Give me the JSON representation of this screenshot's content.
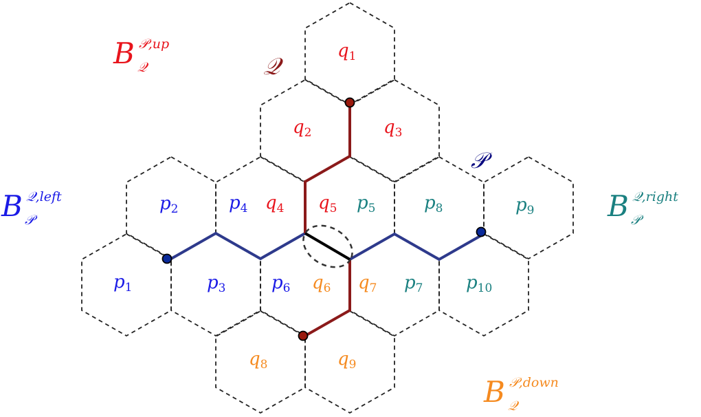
{
  "colors": {
    "q_red": "#e8141c",
    "q_dark_red": "#8b1a1a",
    "p_blue": "#1a1ae6",
    "p_teal": "#1a8080",
    "q_orange": "#f58a1f",
    "path_blue": "#2e3a8c",
    "path_red": "#8b1a1a",
    "contested_edge": "#000000",
    "P_navy": "#0a0a80"
  },
  "set_labels": {
    "Q": "𝒬",
    "P": "𝒫"
  },
  "boundary_labels": {
    "up": {
      "base": "B",
      "sup": "𝒫,up",
      "sub": "𝒬",
      "color": "#e8141c"
    },
    "left": {
      "base": "B",
      "sup": "𝒬,left",
      "sub": "𝒫",
      "color": "#1a1ae6"
    },
    "right": {
      "base": "B",
      "sup": "𝒬,right",
      "sub": "𝒫",
      "color": "#1a8080"
    },
    "down": {
      "base": "B",
      "sup": "𝒫,down",
      "sub": "𝒬",
      "color": "#f58a1f"
    }
  },
  "cells": [
    {
      "id": "q1",
      "base": "q",
      "sub": "1",
      "color": "#e8141c"
    },
    {
      "id": "q2",
      "base": "q",
      "sub": "2",
      "color": "#e8141c"
    },
    {
      "id": "q3",
      "base": "q",
      "sub": "3",
      "color": "#e8141c"
    },
    {
      "id": "q4",
      "base": "q",
      "sub": "4",
      "color": "#e8141c"
    },
    {
      "id": "q5",
      "base": "q",
      "sub": "5",
      "color": "#e8141c"
    },
    {
      "id": "q6",
      "base": "q",
      "sub": "6",
      "color": "#f58a1f"
    },
    {
      "id": "q7",
      "base": "q",
      "sub": "7",
      "color": "#f58a1f"
    },
    {
      "id": "q8",
      "base": "q",
      "sub": "8",
      "color": "#f58a1f"
    },
    {
      "id": "q9",
      "base": "q",
      "sub": "9",
      "color": "#f58a1f"
    },
    {
      "id": "p1",
      "base": "p",
      "sub": "1",
      "color": "#1a1ae6"
    },
    {
      "id": "p2",
      "base": "p",
      "sub": "2",
      "color": "#1a1ae6"
    },
    {
      "id": "p3",
      "base": "p",
      "sub": "3",
      "color": "#1a1ae6"
    },
    {
      "id": "p4",
      "base": "p",
      "sub": "4",
      "color": "#1a1ae6"
    },
    {
      "id": "p6",
      "base": "p",
      "sub": "6",
      "color": "#1a1ae6"
    },
    {
      "id": "p5",
      "base": "p",
      "sub": "5",
      "color": "#1a8080"
    },
    {
      "id": "p7",
      "base": "p",
      "sub": "7",
      "color": "#1a8080"
    },
    {
      "id": "p8",
      "base": "p",
      "sub": "8",
      "color": "#1a8080"
    },
    {
      "id": "p9",
      "base": "p",
      "sub": "9",
      "color": "#1a8080"
    },
    {
      "id": "p10",
      "base": "p",
      "sub": "10",
      "color": "#1a8080"
    }
  ]
}
